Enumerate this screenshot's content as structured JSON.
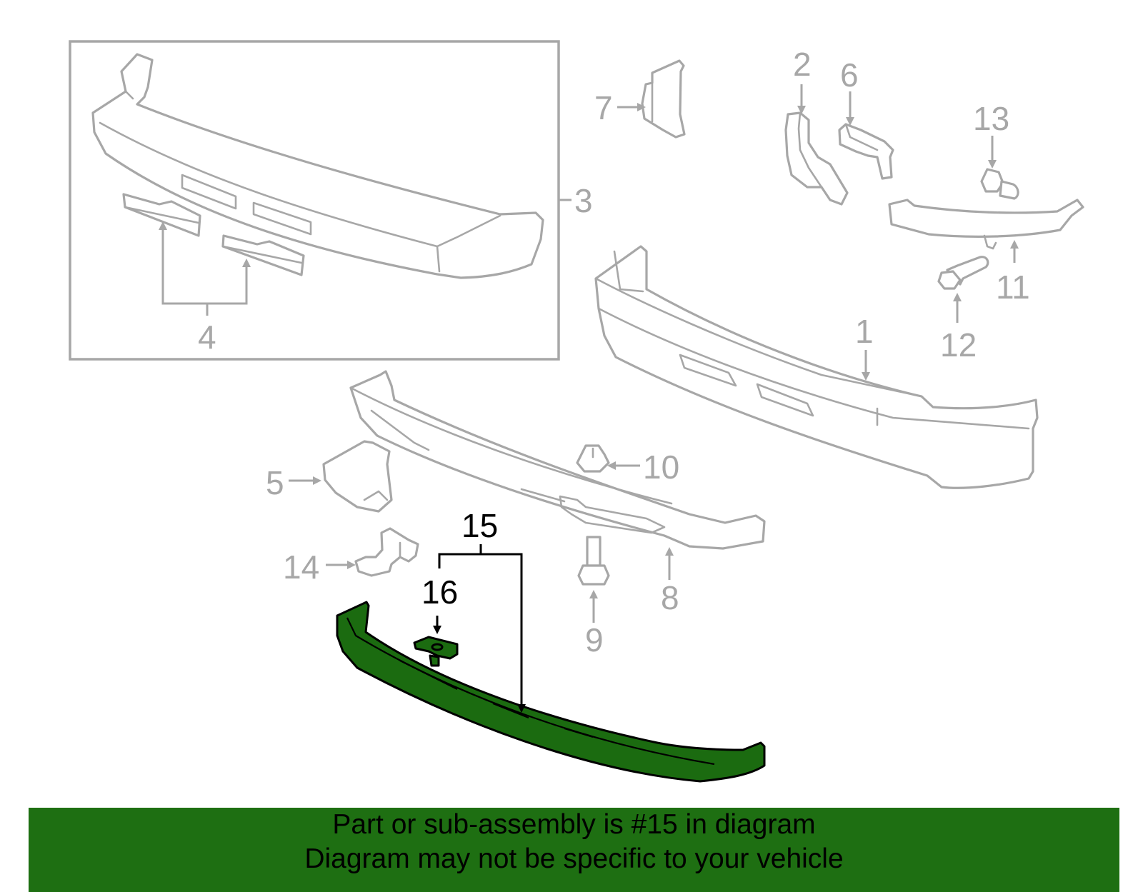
{
  "diagram": {
    "callouts": {
      "c1": "1",
      "c2": "2",
      "c3": "3",
      "c4": "4",
      "c5": "5",
      "c6": "6",
      "c7": "7",
      "c8": "8",
      "c9": "9",
      "c10": "10",
      "c11": "11",
      "c12": "12",
      "c13": "13",
      "c14": "14",
      "c15": "15",
      "c16": "16"
    },
    "highlighted_part": "15",
    "highlight_color": "#1e6f12",
    "part_line_color": "#a7a7a7"
  },
  "caption": {
    "line1": "Part or sub-assembly is #15 in diagram",
    "line2": "Diagram may not be specific to your vehicle"
  }
}
